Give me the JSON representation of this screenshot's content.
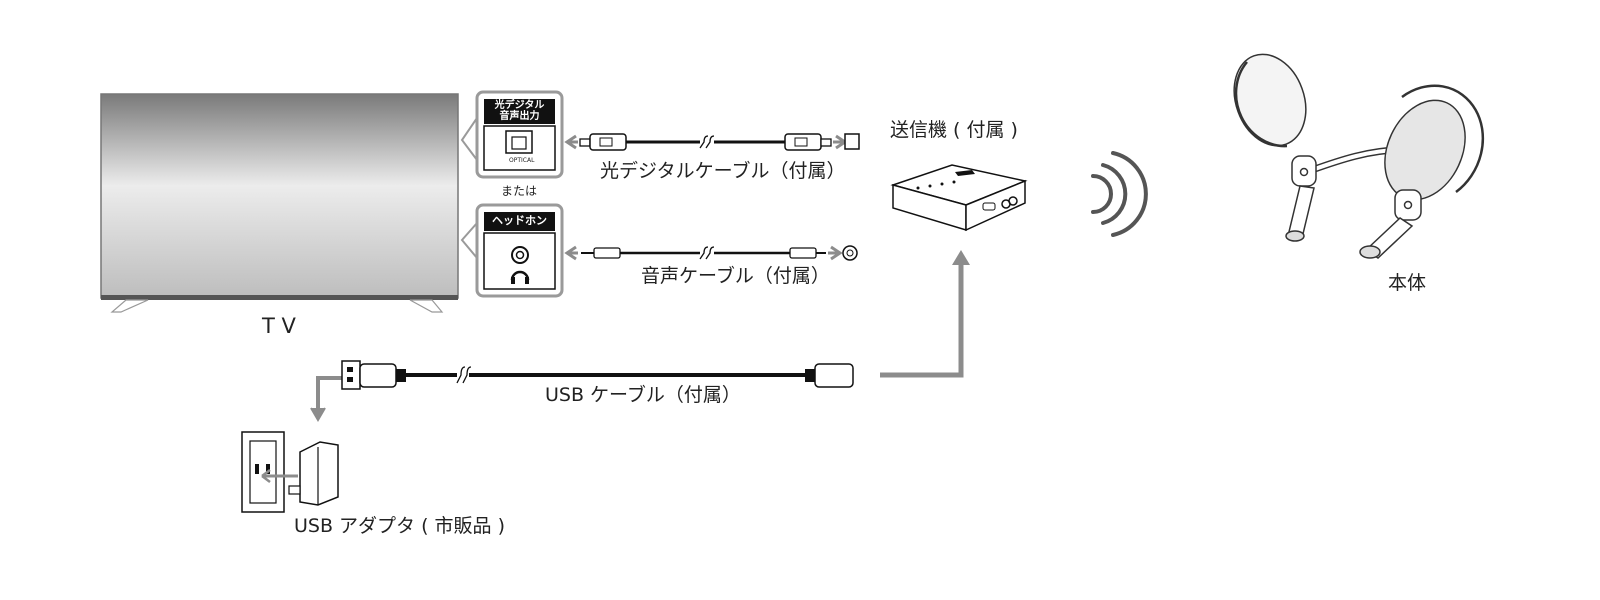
{
  "tv": {
    "label": "T V"
  },
  "optical_panel": {
    "title": "光デジタル\n音声出力",
    "sub": "OPTICAL"
  },
  "or_text": "または",
  "headphone_panel": {
    "title": "ヘッドホン"
  },
  "optical_cable": {
    "label": "光デジタルケーブル（付属）"
  },
  "audio_cable": {
    "label": "音声ケーブル（付属）"
  },
  "usb_cable": {
    "label": "USB ケーブル（付属）"
  },
  "transmitter": {
    "label": "送信機 ( 付属 )"
  },
  "adapter": {
    "label": "USB アダプタ ( 市販品 )"
  },
  "headset": {
    "label": "本体"
  },
  "colors": {
    "arrow": "#8c8c8c",
    "panel_border": "#9a9a9a",
    "cable": "#111111"
  }
}
